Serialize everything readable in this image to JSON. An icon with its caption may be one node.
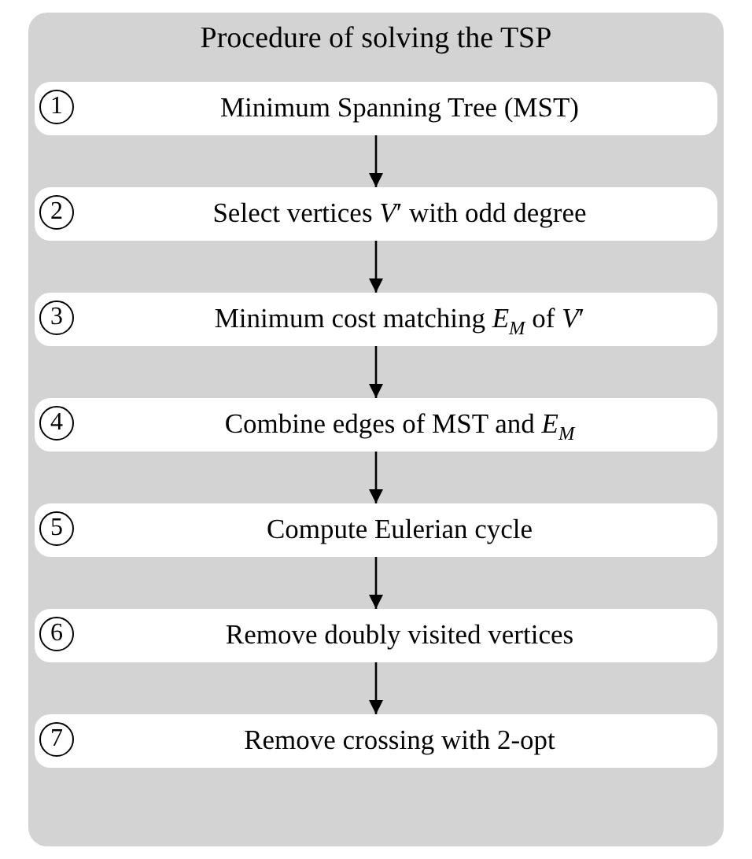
{
  "diagram": {
    "nodes": [
      {
        "text": [
          "Procedure of solving the TSP"
        ]
      },
      {
        "text": [
          "1",
          "Minimum Spanning Tree (MST)"
        ],
        "in": 0
      },
      {
        "text": [
          "2",
          "Select vertices *V*′ with odd degree"
        ],
        "in": 0
      },
      {
        "text": [
          "3",
          "Minimum cost matching *E*$_{M}$ of *V*′"
        ],
        "in": 0
      },
      {
        "text": [
          "4",
          "Combine edges of MST and *E*$_{M}$"
        ],
        "in": 0
      },
      {
        "text": [
          "5",
          "Compute Eulerian cycle"
        ],
        "in": 0
      },
      {
        "text": [
          "6",
          "Remove doubly visited vertices"
        ],
        "in": 0
      },
      {
        "text": [
          "7",
          "Remove crossing with 2-opt"
        ],
        "in": 0
      }
    ],
    "edges": [
      {
        "from": 1,
        "to": 2,
        "arrow": "to"
      },
      {
        "from": 2,
        "to": 3,
        "arrow": "to"
      },
      {
        "from": 3,
        "to": 4,
        "arrow": "to"
      },
      {
        "from": 4,
        "to": 5,
        "arrow": "to"
      },
      {
        "from": 5,
        "to": 6,
        "arrow": "to"
      },
      {
        "from": 6,
        "to": 7,
        "arrow": "to"
      }
    ]
  }
}
